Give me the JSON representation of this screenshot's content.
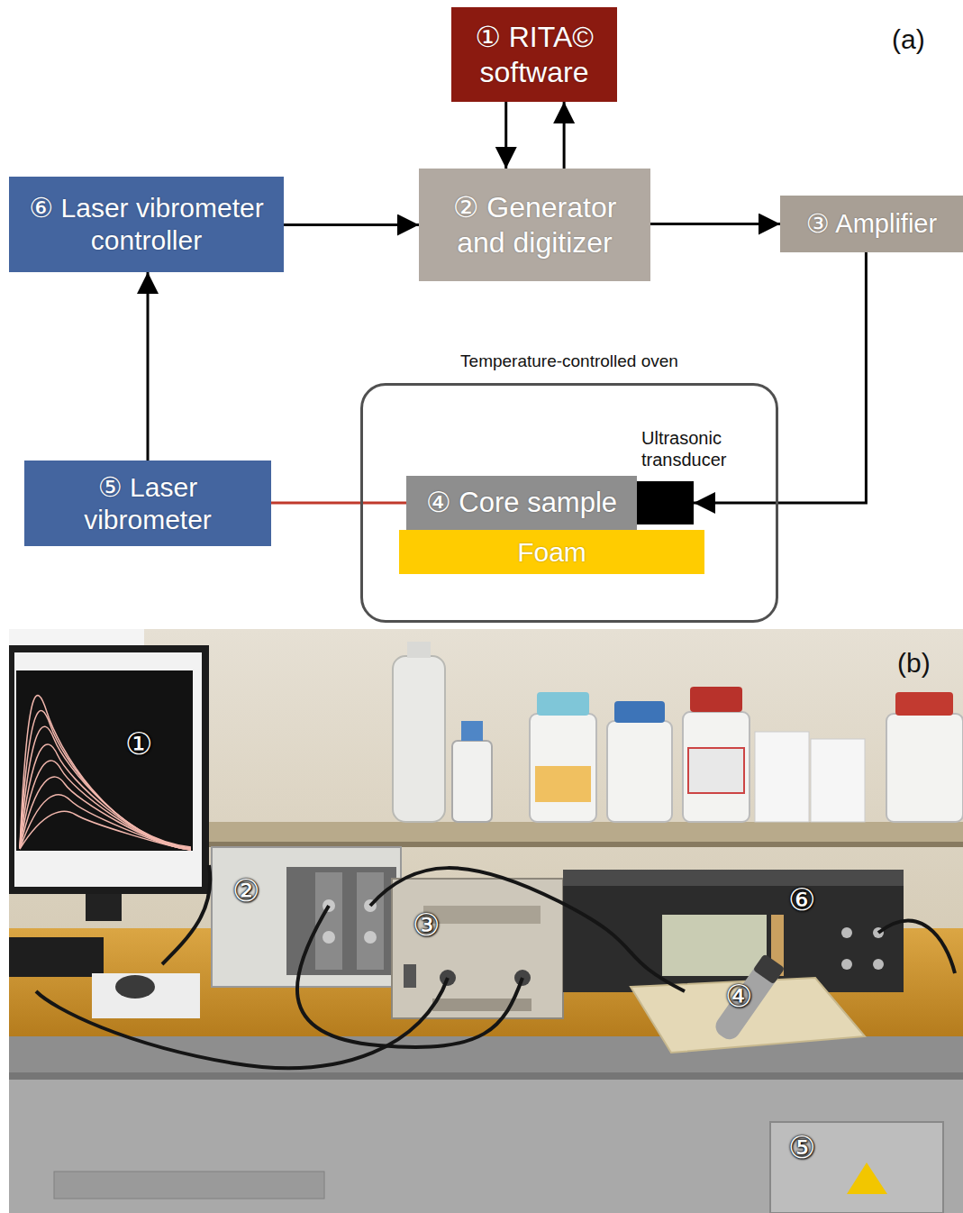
{
  "diagram": {
    "nodes": [
      {
        "text": [
          "① RITA© software"
        ]
      },
      {
        "text": [
          "② Generator and digitizer"
        ]
      },
      {
        "text": [
          "③ Amplifier"
        ]
      },
      {
        "text": [
          "⑥ Laser vibrometer controller"
        ]
      },
      {
        "text": [
          "Temperature-controlled oven"
        ]
      },
      {
        "text": [
          "④ Core sample"
        ],
        "in": 4
      },
      {
        "text": [
          "Ultrasonic transducer"
        ],
        "in": 4
      },
      {
        "text": [
          "Foam"
        ],
        "in": 4
      },
      {
        "text": [
          "⑤ Laser vibrometer"
        ]
      }
    ],
    "edges": [
      {
        "from": 0,
        "to": 1,
        "arrow": "to"
      },
      {
        "from": 1,
        "to": 0,
        "arrow": "to"
      },
      {
        "from": 3,
        "to": 1,
        "arrow": "to"
      },
      {
        "from": 1,
        "to": 2,
        "arrow": "to"
      },
      {
        "from": 2,
        "to": 6,
        "arrow": "to"
      },
      {
        "from": 8,
        "to": 3,
        "arrow": "to"
      },
      {
        "from": 8,
        "to": 5,
        "arrow": "none"
      }
    ],
    "labels": [
      "(a)",
      "(b)",
      "①",
      "②",
      "③",
      "④",
      "⑤",
      "⑥"
    ]
  }
}
